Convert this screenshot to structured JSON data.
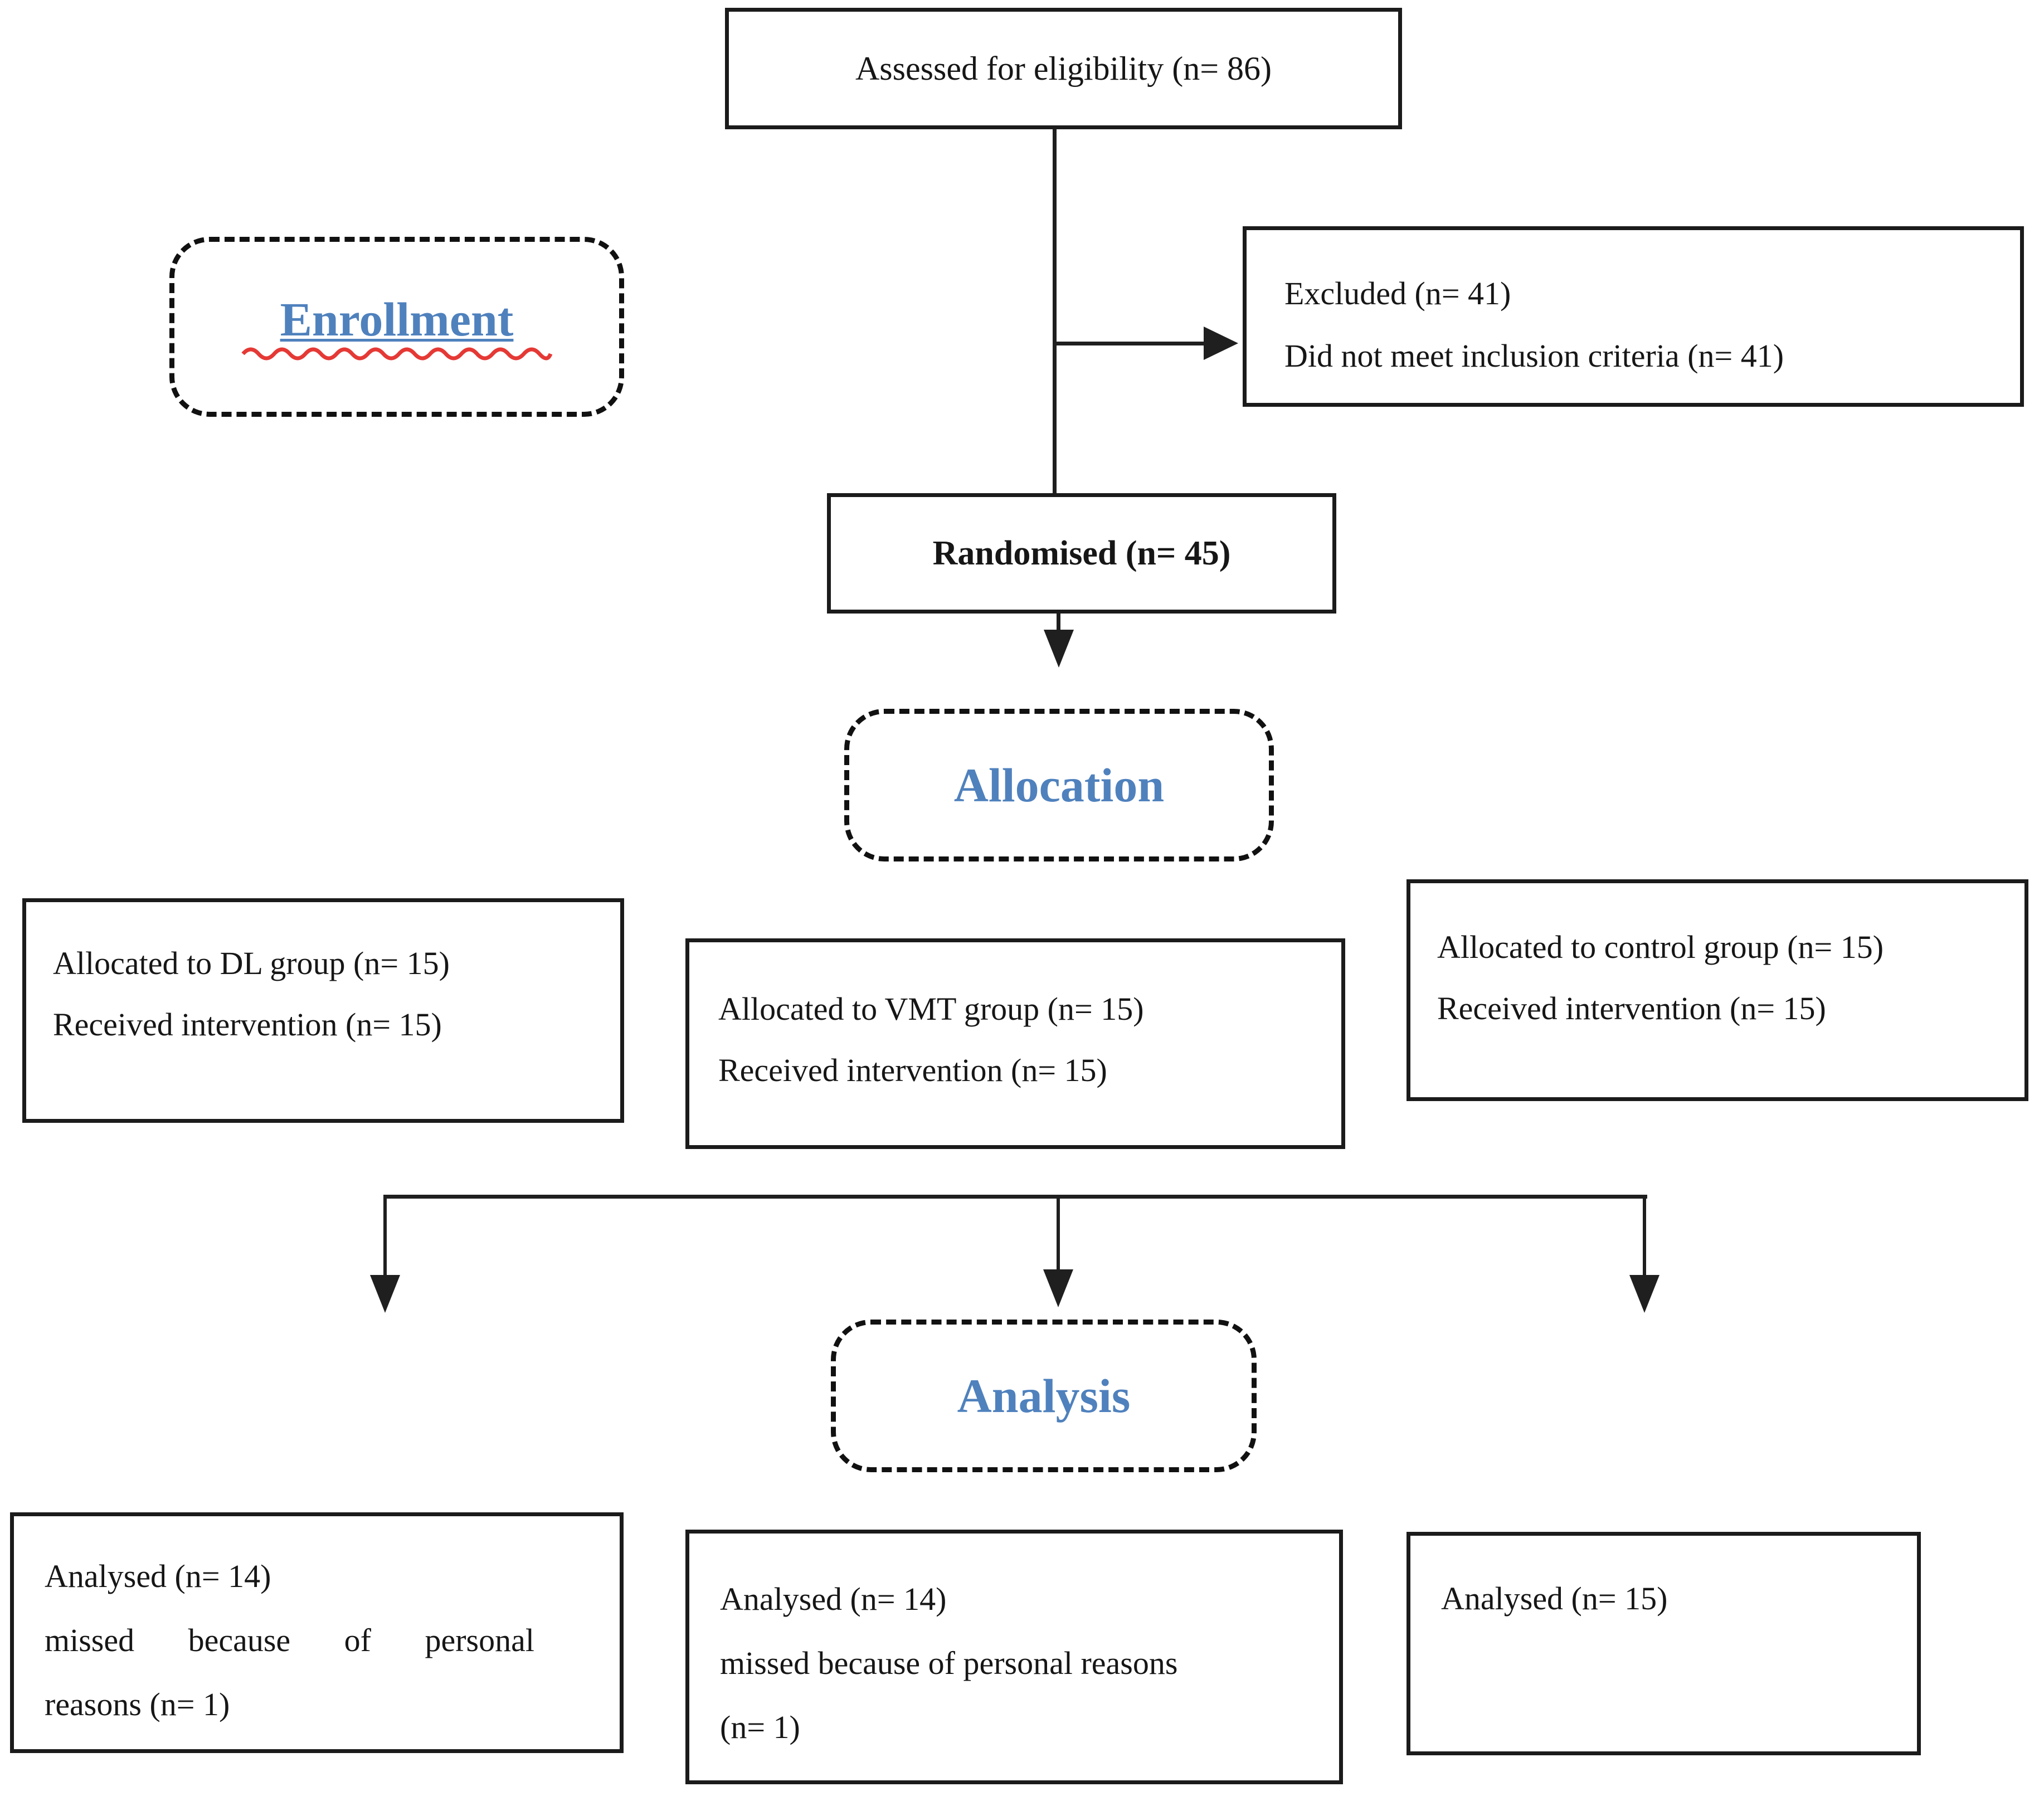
{
  "stages": {
    "enrollment": "Enrollment",
    "allocation": "Allocation",
    "analysis": "Analysis"
  },
  "boxes": {
    "assessed": "Assessed for eligibility (n= 86)",
    "excluded_line1": "Excluded (n= 41)",
    "excluded_line2": "Did not meet inclusion criteria (n= 41)",
    "randomised": "Randomised (n= 45)",
    "allocated_dl_line1": "Allocated to DL group (n= 15)",
    "allocated_dl_line2": "Received intervention (n= 15)",
    "allocated_vmt_line1": "Allocated to VMT group (n= 15)",
    "allocated_vmt_line2": "Received intervention (n= 15)",
    "allocated_control_line1": "Allocated to control group (n= 15)",
    "allocated_control_line2": "Received intervention (n= 15)",
    "analysed_dl_line1": "Analysed (n= 14)",
    "analysed_dl_line2": "missed because of personal",
    "analysed_dl_line3": "reasons (n= 1)",
    "analysed_vmt_line1": "Analysed (n= 14)",
    "analysed_vmt_line2": "missed because of personal reasons",
    "analysed_vmt_line3": "(n= 1)",
    "analysed_control_line1": "Analysed (n= 15)"
  },
  "colors": {
    "heading_blue": "#4f81bd",
    "squiggle_red": "#e53935",
    "line_black": "#1f1f1f"
  }
}
